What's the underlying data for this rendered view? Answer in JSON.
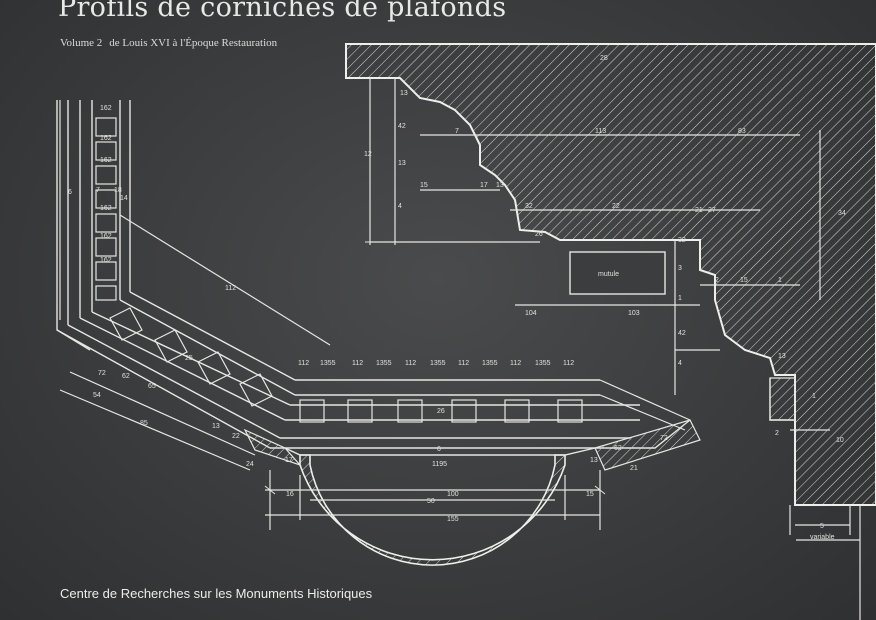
{
  "cover": {
    "title": "Profils de corniches de plafonds",
    "volume": "Volume 2",
    "period": "de Louis XVI à l'Époque Restauration",
    "publisher": "Centre de Recherches sur les Monuments Historiques"
  },
  "drawing": {
    "line_color": "#e6e6e2",
    "background_color": "#3a3b3c",
    "labels": {
      "top_width": "28",
      "d1": "13",
      "d2": "42",
      "d3": "12",
      "d4": "13",
      "d5": "7",
      "d6": "15",
      "d7": "17",
      "d8": "83",
      "d9": "4",
      "d10": "17",
      "d11": "13",
      "d12": "113",
      "d13": "32",
      "d14": "22",
      "d15": "21",
      "d16": "27",
      "d17": "26",
      "mutule": "mutule",
      "d18": "32",
      "d19": "15",
      "d20": "2",
      "d21": "1",
      "d22": "34",
      "d23": "104",
      "d24": "3",
      "d25": "103",
      "d26": "1",
      "d27": "42",
      "d28": "4",
      "d29": "13",
      "d30": "1",
      "d31": "2",
      "d32": "10",
      "variable": "variable",
      "d33": "5",
      "diag": "112",
      "d34": "6",
      "d35": "25",
      "d36": "26",
      "d37": "6",
      "d38": "1195",
      "d39": "50",
      "d40": "100",
      "d41": "155",
      "d42": "16",
      "d43": "15",
      "d44": "54",
      "d45": "85",
      "d46": "72",
      "d47": "62",
      "d48": "65",
      "d49": "13",
      "d50": "22",
      "d51": "24",
      "d52": "17",
      "d53": "72",
      "d54": "62",
      "d55": "21",
      "d56": "13",
      "d57": "112",
      "d58": "1355",
      "d59": "112",
      "d60": "1355",
      "d61": "112",
      "d62": "1355",
      "d63": "112",
      "d64": "1355",
      "d65": "112",
      "d66": "1355",
      "d67": "112",
      "d68": "162",
      "d69": "162",
      "d70": "162",
      "d71": "162",
      "d72": "162",
      "d73": "162",
      "d74": "7",
      "d75": "18",
      "d76": "14"
    }
  }
}
